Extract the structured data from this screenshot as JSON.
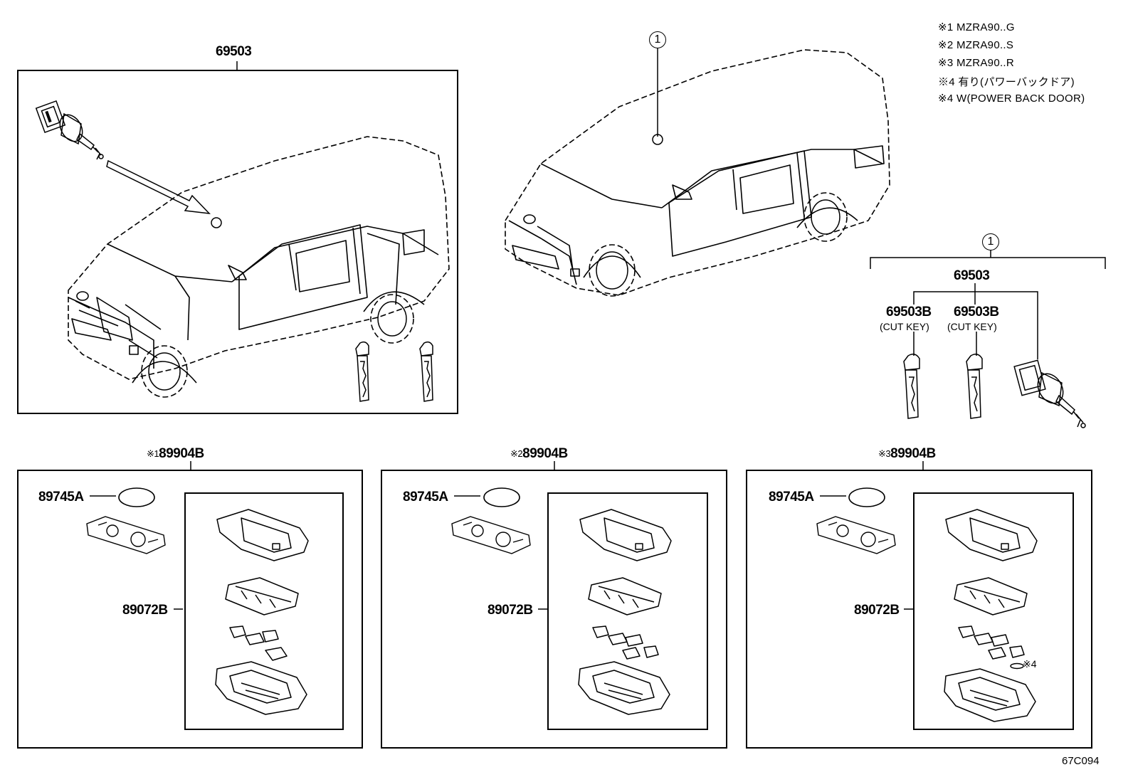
{
  "notes": [
    {
      "mark": "※1",
      "text": "MZRA90..G"
    },
    {
      "mark": "※2",
      "text": "MZRA90..S"
    },
    {
      "mark": "※3",
      "text": "MZRA90..R"
    },
    {
      "mark": "※4",
      "text": "有り(パワーバックドア)"
    },
    {
      "mark": "※4",
      "text": "W(POWER BACK DOOR)"
    }
  ],
  "top_left_box": {
    "part": "69503"
  },
  "callout_number": "1",
  "key_set": {
    "part": "69503",
    "keys": [
      {
        "part": "69503B",
        "note": "(CUT KEY)"
      },
      {
        "part": "69503B",
        "note": "(CUT KEY)"
      }
    ]
  },
  "remote_kits": [
    {
      "mark": "※1",
      "part": "89904B",
      "battery": "89745A",
      "case": "89072B",
      "extra": ""
    },
    {
      "mark": "※2",
      "part": "89904B",
      "battery": "89745A",
      "case": "89072B",
      "extra": ""
    },
    {
      "mark": "※3",
      "part": "89904B",
      "battery": "89745A",
      "case": "89072B",
      "extra": "※4"
    }
  ],
  "diagram_code": "67C094"
}
